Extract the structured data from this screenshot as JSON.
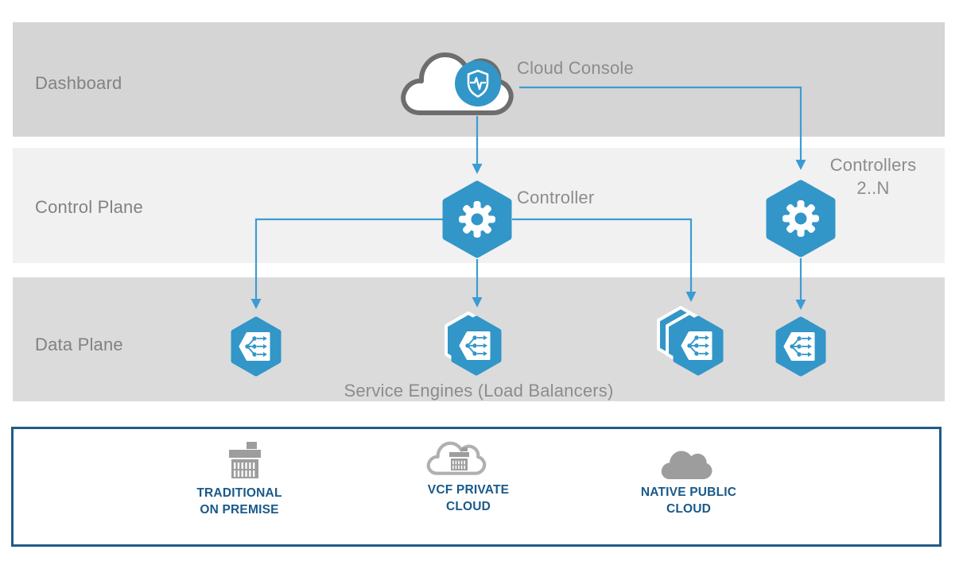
{
  "colors": {
    "accent_blue": "#3296c8",
    "connector_blue": "#3c9cd2",
    "dashboard_band_gray": "#d5d5d5",
    "control_band_gray": "#f1f1f1",
    "data_band_gray": "#dbdbdb",
    "band_label_gray": "#828282",
    "node_label_gray": "#8c8c8c",
    "legend_border_blue": "#1f5c88",
    "legend_label_blue": "#19598a",
    "legend_icon_gray": "#9d9d9d",
    "cloud_outline_gray": "#6d6d6d"
  },
  "bands": {
    "dashboard": {
      "label": "Dashboard"
    },
    "control_plane": {
      "label": "Control Plane"
    },
    "data_plane": {
      "label": "Data Plane"
    }
  },
  "nodes": {
    "cloud_console": {
      "label": "Cloud Console"
    },
    "controller": {
      "label": "Controller"
    },
    "controllers_2n": {
      "line1": "Controllers",
      "line2": "2..N"
    },
    "service_engines": {
      "label": "Service Engines (Load Balancers)"
    }
  },
  "icons": {
    "cloud_console": "cloud-shield-pulse-icon",
    "controller": "gear-hexagon-icon",
    "service_engine": "load-balancer-hexagon-icon",
    "traditional_on_premise": "building-icon",
    "vcf_private_cloud": "cloud-building-icon",
    "native_public_cloud": "cloud-icon"
  },
  "legend": {
    "items": [
      {
        "line1": "TRADITIONAL",
        "line2": "ON PREMISE"
      },
      {
        "line1": "VCF PRIVATE",
        "line2": "CLOUD"
      },
      {
        "line1": "NATIVE PUBLIC",
        "line2": "CLOUD"
      }
    ]
  }
}
